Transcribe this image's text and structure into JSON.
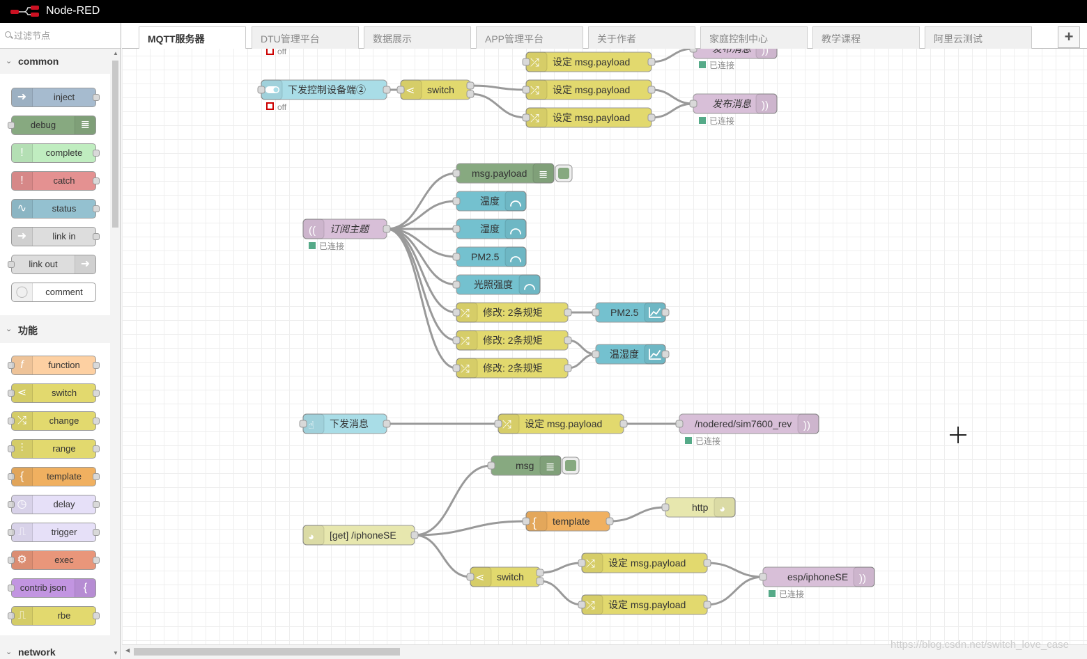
{
  "app": {
    "title": "Node-RED"
  },
  "palette": {
    "search_placeholder": "过滤节点",
    "categories": [
      {
        "label": "common"
      },
      {
        "label": "功能"
      },
      {
        "label": "network"
      }
    ],
    "common_nodes": [
      "inject",
      "debug",
      "complete",
      "catch",
      "status",
      "link in",
      "link out",
      "comment"
    ],
    "function_nodes": [
      "function",
      "switch",
      "change",
      "range",
      "template",
      "delay",
      "trigger",
      "exec",
      "contrib json",
      "rbe"
    ]
  },
  "tabs": [
    {
      "label": "MQTT服务器",
      "active": true
    },
    {
      "label": "DTU管理平台"
    },
    {
      "label": "数据展示"
    },
    {
      "label": "APP管理平台"
    },
    {
      "label": "关于作者"
    },
    {
      "label": "家庭控制中心"
    },
    {
      "label": "教学课程"
    },
    {
      "label": "阿里云测试"
    }
  ],
  "add_tab_label": "+",
  "flow": {
    "nodes": {
      "off1": "off",
      "inject_ctrl": "下发控制设备端②",
      "off2": "off",
      "switch1": "switch",
      "set1": "设定 msg.payload",
      "set2": "设定 msg.payload",
      "set3": "设定 msg.payload",
      "pub_top": "发布消息",
      "pub_top_status": "已连接",
      "pub2": "发布消息",
      "pub2_status": "已连接",
      "debug_payload": "msg.payload",
      "sub": "订阅主题",
      "sub_status": "已连接",
      "gauge_temp": "温度",
      "gauge_hum": "湿度",
      "gauge_pm": "PM2.5",
      "gauge_light": "光照强度",
      "change1": "修改: 2条规矩",
      "change2": "修改: 2条规矩",
      "change3": "修改: 2条规矩",
      "chart_pm": "PM2.5",
      "chart_th": "温湿度",
      "inject_send": "下发消息",
      "set4": "设定 msg.payload",
      "pub_sim": "/nodered/sim7600_rev",
      "pub_sim_status": "已连接",
      "debug_msg": "msg",
      "http_in": "[get] /iphoneSE",
      "template": "template",
      "http_resp": "http",
      "switch2": "switch",
      "set5": "设定 msg.payload",
      "set6": "设定 msg.payload",
      "pub_esp": "esp/iphoneSE",
      "pub_esp_status": "已连接"
    }
  },
  "colors": {
    "inject": "#a6bbcf",
    "debug": "#87a980",
    "complete": "#c0edc0",
    "catch": "#e49191",
    "status": "#94c1d0",
    "link": "#dddddd",
    "comment": "#ffffff",
    "function": "#fdd0a2",
    "switch": "#e2d96e",
    "template": "#f0b060",
    "delay": "#e6e0f8",
    "exec": "#e9967a",
    "json": "#c295e1",
    "dashboard": "#74c1cf",
    "mqtt": "#d8bfd8",
    "http": "#e7e7ae",
    "ui_inject": "#a9dde7",
    "connected": "#5a8"
  },
  "watermark": "https://blog.csdn.net/switch_love_case"
}
